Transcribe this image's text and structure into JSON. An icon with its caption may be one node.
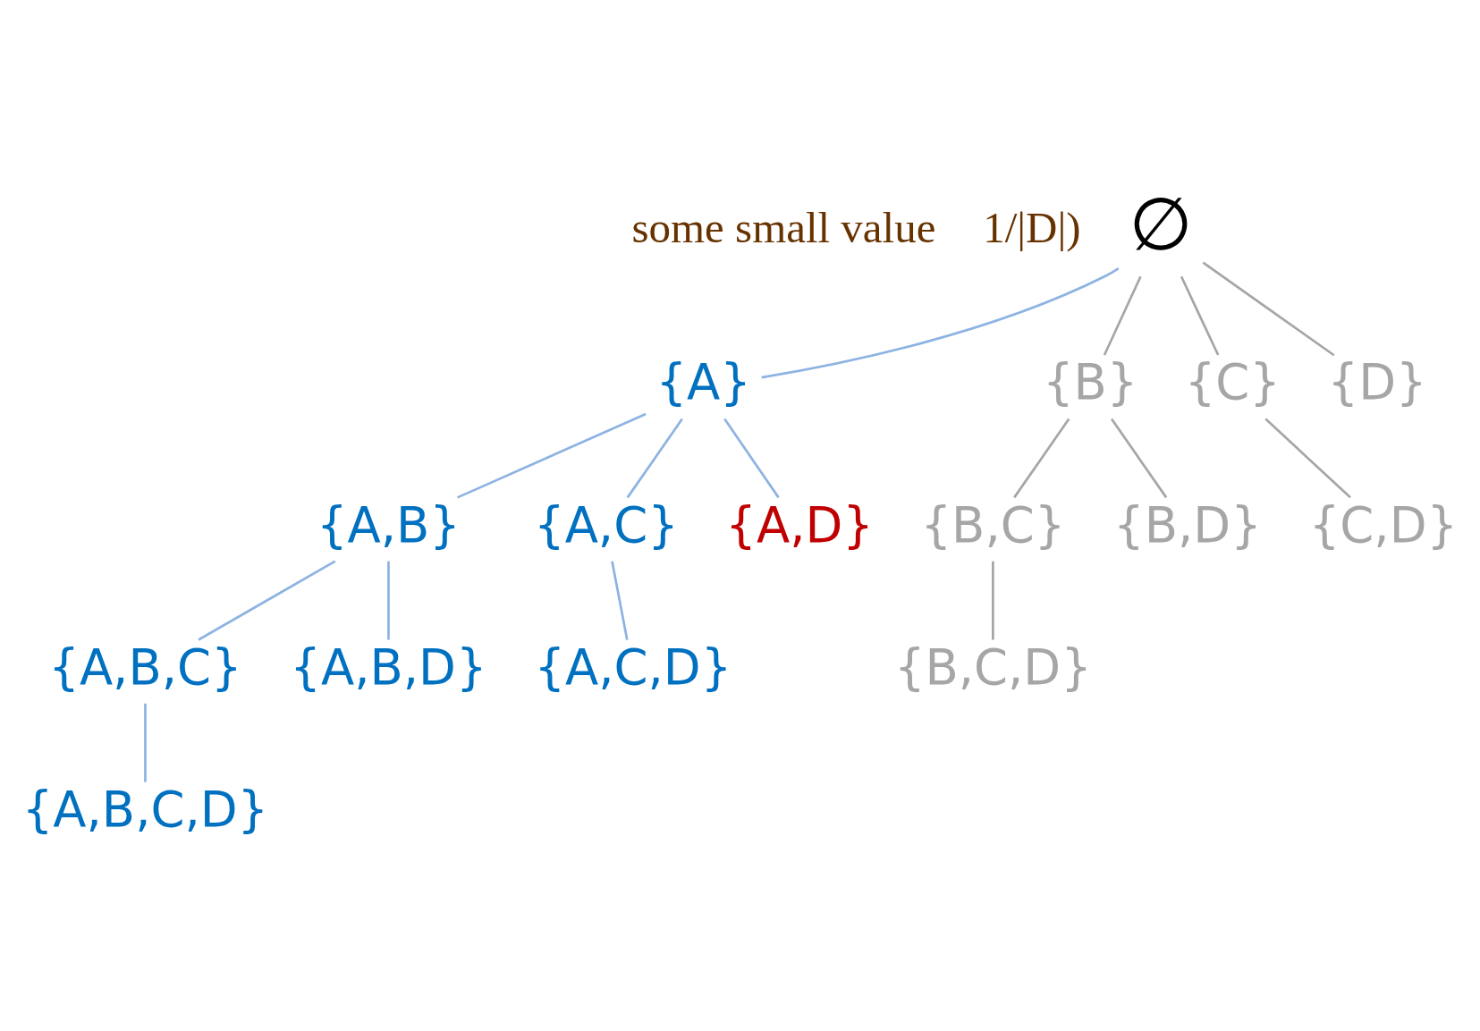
{
  "diagram": {
    "nodes": [
      {
        "text": [
          "∅"
        ]
      },
      {
        "text": [
          "{A}"
        ]
      },
      {
        "text": [
          "{B}"
        ]
      },
      {
        "text": [
          "{C}"
        ]
      },
      {
        "text": [
          "{D}"
        ]
      },
      {
        "text": [
          "{A,B}"
        ]
      },
      {
        "text": [
          "{A,C}"
        ]
      },
      {
        "text": [
          "{A,D}"
        ]
      },
      {
        "text": [
          "{B,C}"
        ]
      },
      {
        "text": [
          "{B,D}"
        ]
      },
      {
        "text": [
          "{C,D}"
        ]
      },
      {
        "text": [
          "{A,B,C}"
        ]
      },
      {
        "text": [
          "{A,B,D}"
        ]
      },
      {
        "text": [
          "{A,C,D}"
        ]
      },
      {
        "text": [
          "{B,C,D}"
        ]
      },
      {
        "text": [
          "{A,B,C,D}"
        ]
      }
    ],
    "edges": [
      {
        "from": 0,
        "to": 1,
        "arrow": "none",
        "color": "#8db3e2"
      },
      {
        "from": 0,
        "to": 2,
        "arrow": "none",
        "color": "#a6a6a6"
      },
      {
        "from": 0,
        "to": 3,
        "arrow": "none",
        "color": "#a6a6a6"
      },
      {
        "from": 0,
        "to": 4,
        "arrow": "none",
        "color": "#a6a6a6"
      },
      {
        "from": 1,
        "to": 5,
        "arrow": "none",
        "color": "#8db3e2"
      },
      {
        "from": 1,
        "to": 6,
        "arrow": "none",
        "color": "#8db3e2"
      },
      {
        "from": 1,
        "to": 7,
        "arrow": "none",
        "color": "#8db3e2"
      },
      {
        "from": 2,
        "to": 8,
        "arrow": "none",
        "color": "#a6a6a6"
      },
      {
        "from": 2,
        "to": 9,
        "arrow": "none",
        "color": "#a6a6a6"
      },
      {
        "from": 3,
        "to": 10,
        "arrow": "none",
        "color": "#a6a6a6"
      },
      {
        "from": 5,
        "to": 11,
        "arrow": "none",
        "color": "#8db3e2"
      },
      {
        "from": 5,
        "to": 12,
        "arrow": "none",
        "color": "#8db3e2"
      },
      {
        "from": 6,
        "to": 13,
        "arrow": "none",
        "color": "#8db3e2"
      },
      {
        "from": 8,
        "to": 14,
        "arrow": "none",
        "color": "#a6a6a6"
      },
      {
        "from": 11,
        "to": 15,
        "arrow": "none",
        "color": "#8db3e2"
      }
    ],
    "labels": [
      "some small value",
      "1/|D|)"
    ]
  }
}
